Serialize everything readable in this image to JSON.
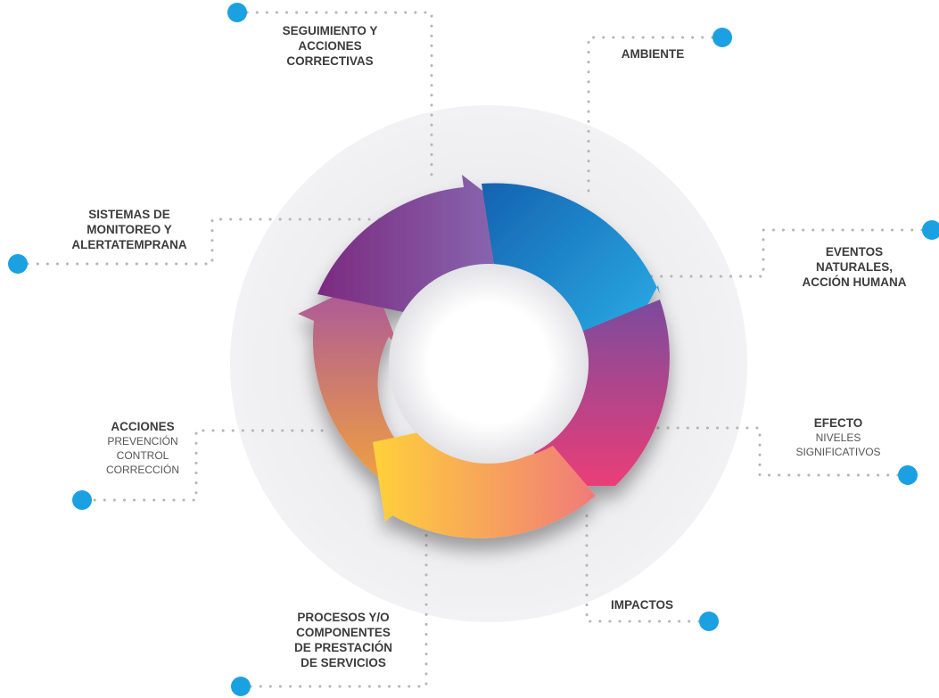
{
  "labels": {
    "seguimiento": {
      "title": [
        "SEGUIMIENTO Y",
        "ACCIONES",
        "CORRECTIVAS"
      ]
    },
    "ambiente": {
      "title": [
        "AMBIENTE"
      ]
    },
    "eventos": {
      "title": [
        "EVENTOS",
        "NATURALES,",
        "ACCIÓN HUMANA"
      ]
    },
    "efecto": {
      "title": [
        "EFECTO"
      ],
      "lines": [
        "NIVELES",
        "SIGNIFICATIVOS"
      ]
    },
    "impactos": {
      "title": [
        "IMPACTOS"
      ]
    },
    "procesos": {
      "title": [
        "PROCESOS Y/O",
        "COMPONENTES",
        "DE PRESTACIÓN",
        "DE SERVICIOS"
      ]
    },
    "acciones": {
      "title": [
        "ACCIONES"
      ],
      "lines": [
        "PREVENCIÓN",
        "CONTROL",
        "CORRECCIÓN"
      ]
    },
    "sistemas": {
      "title": [
        "SISTEMAS DE",
        "MONITOREO Y",
        "ALERTATEMPRANA"
      ]
    }
  },
  "colors": {
    "dot": "#1ba1e2",
    "connector": "#b5b5b5",
    "halo": "#eeeef0",
    "text": "#3c3c3c"
  }
}
